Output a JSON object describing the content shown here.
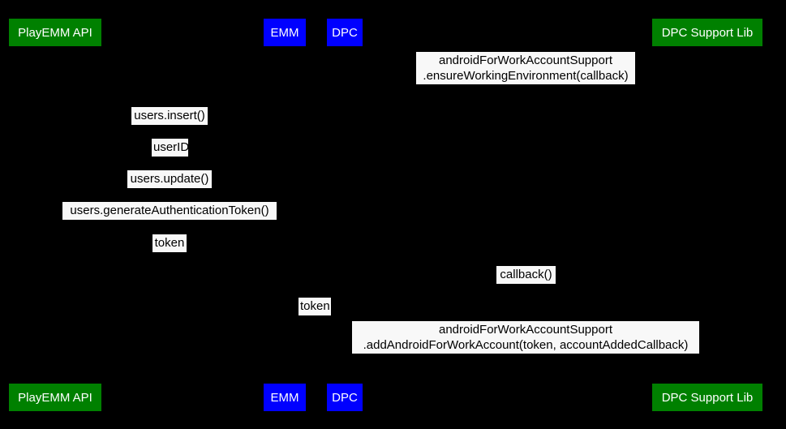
{
  "diagram": {
    "type": "sequence-diagram",
    "title": "",
    "background_color": "#000000",
    "participant_green_color": "#008000",
    "participant_blue_color": "#0000FF",
    "label_background_color": "#F8F8F8",
    "label_text_color": "#000000",
    "participant_text_color": "#FFFFFF"
  },
  "participants": [
    {
      "id": "playemm-api",
      "label": "PlayEMM API",
      "color": "green"
    },
    {
      "id": "emm",
      "label": "EMM",
      "color": "blue"
    },
    {
      "id": "dpc",
      "label": "DPC",
      "color": "blue"
    },
    {
      "id": "dpc-support-lib",
      "label": "DPC Support Lib",
      "color": "green"
    }
  ],
  "messages": [
    {
      "id": "ensure-working-environment",
      "from": "dpc",
      "to": "dpc-support-lib",
      "line1": "androidForWorkAccountSupport",
      "line2": ".ensureWorkingEnvironment(callback)",
      "text": "androidForWorkAccountSupport\n.ensureWorkingEnvironment(callback)"
    },
    {
      "id": "users-insert",
      "from": "emm",
      "to": "playemm-api",
      "text": "users.insert()"
    },
    {
      "id": "user-id",
      "from": "playemm-api",
      "to": "emm",
      "text": "userID"
    },
    {
      "id": "users-update",
      "from": "emm",
      "to": "playemm-api",
      "text": "users.update()"
    },
    {
      "id": "users-generate-authentication-token",
      "from": "emm",
      "to": "playemm-api",
      "text": "users.generateAuthenticationToken()"
    },
    {
      "id": "token-to-emm",
      "from": "playemm-api",
      "to": "emm",
      "text": "token"
    },
    {
      "id": "callback",
      "from": "dpc-support-lib",
      "to": "dpc",
      "text": "callback()"
    },
    {
      "id": "token-to-dpc",
      "from": "emm",
      "to": "dpc",
      "text": "token"
    },
    {
      "id": "add-android-for-work-account",
      "from": "dpc",
      "to": "dpc-support-lib",
      "line1": "androidForWorkAccountSupport",
      "line2": ".addAndroidForWorkAccount(token, accountAddedCallback)",
      "text": "androidForWorkAccountSupport\n.addAndroidForWorkAccount(token, accountAddedCallback)"
    }
  ]
}
